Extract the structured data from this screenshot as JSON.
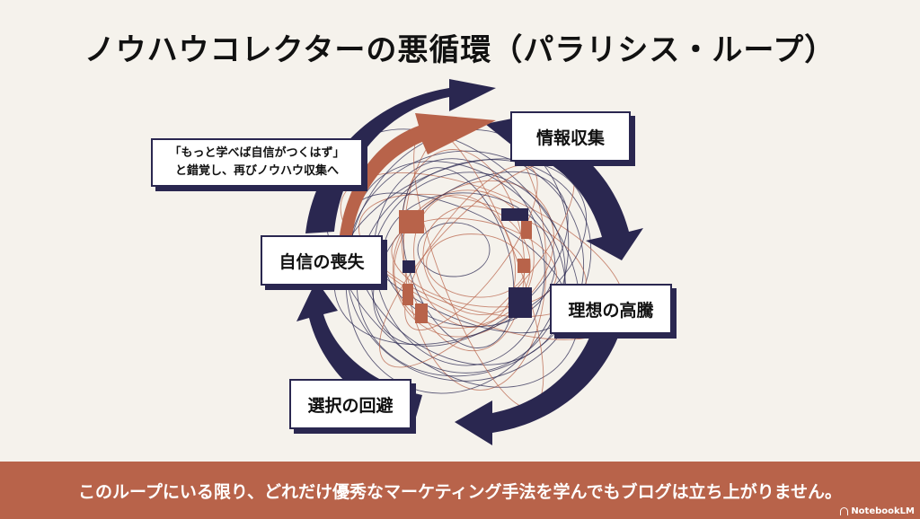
{
  "title": "ノウハウコレクターの悪循環（パラリシス・ループ）",
  "stages": {
    "info_collection": "情報収集",
    "ideal_rise": "理想の高騰",
    "choice_avoidance": "選択の回避",
    "confidence_loss": "自信の喪失"
  },
  "note": {
    "line1": "「もっと学べば自信がつくはず」",
    "line2": "と錯覚し、再びノウハウ収集へ"
  },
  "footer": "このループにいる限り、どれだけ優秀なマーケティング手法を学んでもブログは立ち上がりません。",
  "badge": "NotebookLM",
  "colors": {
    "navy": "#2a2750",
    "accent": "#b8634a",
    "background": "#f5f2ec"
  }
}
